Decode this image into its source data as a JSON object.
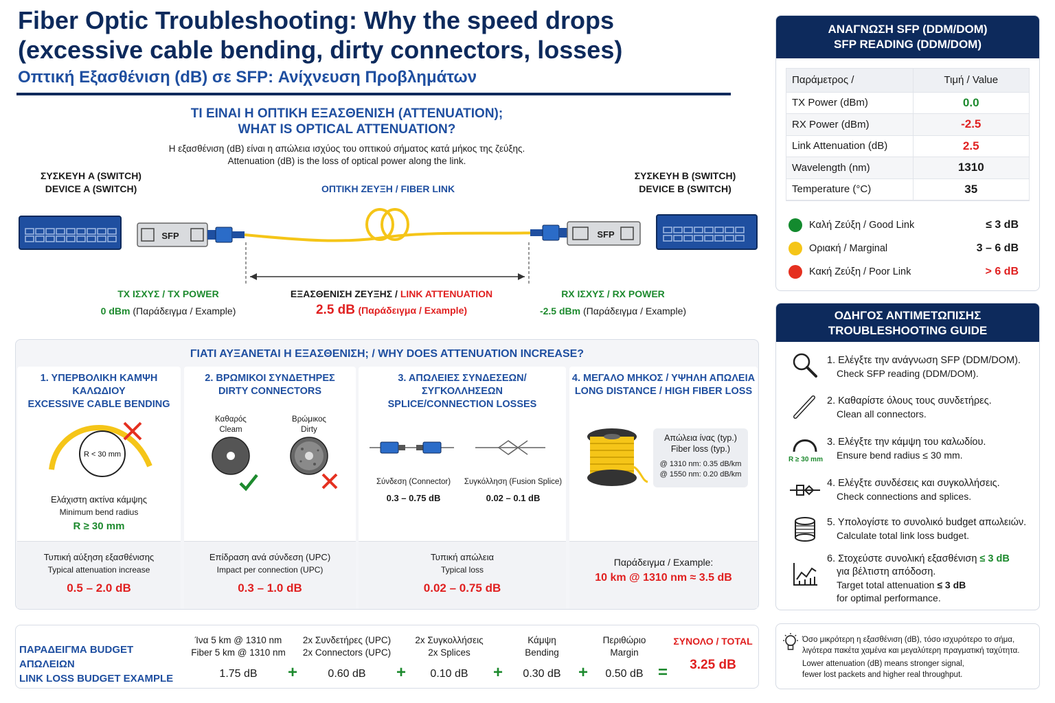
{
  "title": {
    "main_line1": "Fiber Optic Troubleshooting: Why the speed drops",
    "main_line2": "(excessive cable bending, dirty connectors, losses)",
    "subtitle": "Οπτική Εξασθένιση (dB) σε SFP: Ανίχνευση Προβλημάτων"
  },
  "attenuation": {
    "head_gr": "ΤΙ ΕΙΝΑΙ Η ΟΠΤΙΚΗ ΕΞΑΣΘΕΝΙΣΗ (ATTENUATION);",
    "head_en": "WHAT IS OPTICAL ATTENUATION?",
    "desc_gr": "Η εξασθένιση (dB) είναι η απώλεια ισχύος του οπτικού σήματος κατά μήκος της ζεύξης.",
    "desc_en": "Attenuation (dB) is the loss of optical power along the link.",
    "device_a_gr": "ΣΥΣΚΕΥΗ A (SWITCH)",
    "device_a_en": "DEVICE A (SWITCH)",
    "device_b_gr": "ΣΥΣΚΕΥΗ B (SWITCH)",
    "device_b_en": "DEVICE B (SWITCH)",
    "fiber_link": "ΟΠΤΙΚΗ ΖΕΥΞΗ / FIBER LINK",
    "sfp_label": "SFP",
    "tx_label": "TX ΙΣΧΥΣ / TX POWER",
    "tx_value": "0 dBm",
    "example_suffix": "(Παράδειγμα / Example)",
    "link_label_gr": "ΕΞΑΣΘΕΝΙΣΗ ΖΕΥΞΗΣ /",
    "link_label_en": "LINK ATTENUATION",
    "link_value": "2.5 dB",
    "rx_label": "RX ΙΣΧΥΣ / RX POWER",
    "rx_value": "-2.5 dBm"
  },
  "why": {
    "head": "ΓΙΑΤΙ ΑΥΞΑΝΕΤΑΙ Η ΕΞΑΣΘΕΝΙΣΗ;  /  WHY DOES ATTENUATION INCREASE?",
    "cards": [
      {
        "title_gr": "1. ΥΠΕΡΒΟΛΙΚΗ ΚΑΜΨΗ ΚΑΛΩΔΙΟΥ",
        "title_en": "EXCESSIVE CABLE BENDING",
        "bend_label": "R < 30 mm",
        "note_gr": "Ελάχιστη ακτίνα κάμψης",
        "note_en": "Minimum bend radius",
        "note_value": "R ≥ 30 mm",
        "foot_gr": "Τυπική αύξηση εξασθένισης",
        "foot_en": "Typical attenuation increase",
        "foot_value": "0.5 – 2.0 dB"
      },
      {
        "title_gr": "2. ΒΡΩΜΙΚΟΙ ΣΥΝΔΕΤΗΡΕΣ",
        "title_en": "DIRTY CONNECTORS",
        "clean_gr": "Καθαρός",
        "clean_en": "Cleam",
        "dirty_gr": "Βρώμικος",
        "dirty_en": "Dirty",
        "foot_gr": "Επίδραση ανά σύνδεση (UPC)",
        "foot_en": "Impact per connection (UPC)",
        "foot_value": "0.3 – 1.0 dB"
      },
      {
        "title_gr": "3. ΑΠΩΛΕΙΕΣ ΣΥΝΔΕΣΕΩΝ/ΣΥΓΚΟΛΛΗΣΕΩΝ",
        "title_en": "SPLICE/CONNECTION LOSSES",
        "conn_label": "Σύνδεση (Connector)",
        "conn_value": "0.3 – 0.75 dB",
        "splice_label": "Συγκόλληση (Fusion Splice)",
        "splice_value": "0.02 – 0.1 dB",
        "foot_gr": "Τυπική απώλεια",
        "foot_en": "Typical loss",
        "foot_value": "0.02 – 0.75 dB"
      },
      {
        "title_gr": "4. ΜΕΓΑΛΟ ΜΗΚΟΣ / ΥΨΗΛΗ ΑΠΩΛΕΙΑ",
        "title_en": "LONG DISTANCE / HIGH FIBER LOSS",
        "loss_gr": "Απώλεια ίνας (typ.)",
        "loss_en": "Fiber loss (typ.)",
        "loss_1310": "@ 1310 nm: 0.35 dB/km",
        "loss_1550": "@ 1550 nm: 0.20 dB/km",
        "foot_label": "Παράδειγμα / Example:",
        "foot_value": "10 km @ 1310 nm ≈ 3.5 dB"
      }
    ]
  },
  "budget": {
    "title_gr": "ΠΑΡΑΔΕΙΓΜΑ BUDGET ΑΠΩΛΕΙΩΝ",
    "title_en": "LINK LOSS BUDGET EXAMPLE",
    "items": [
      {
        "gr": "Ίνα 5 km @ 1310 nm",
        "en": "Fiber 5 km @ 1310 nm",
        "value": "1.75 dB"
      },
      {
        "gr": "2x Συνδετήρες (UPC)",
        "en": "2x Connectors (UPC)",
        "value": "0.60 dB"
      },
      {
        "gr": "2x Συγκολλήσεις",
        "en": "2x Splices",
        "value": "0.10 dB"
      },
      {
        "gr": "Κάμψη",
        "en": "Bending",
        "value": "0.30 dB"
      },
      {
        "gr": "Περιθώριο",
        "en": "Margin",
        "value": "0.50 dB"
      }
    ],
    "plus": "+",
    "equals": "=",
    "total_label": "ΣΥΝΟΛΟ / TOTAL",
    "total_value": "3.25 dB"
  },
  "sfp_reading": {
    "head_gr": "ΑΝΑΓΝΩΣΗ SFP (DDM/DOM)",
    "head_en": "SFP READING (DDM/DOM)",
    "col_param": "Παράμετρος /",
    "col_value": "Τιμή / Value",
    "rows": [
      {
        "param": "TX Power (dBm)",
        "value": "0.0"
      },
      {
        "param": "RX Power (dBm)",
        "value": "-2.5"
      },
      {
        "param": "Link Attenuation (dB)",
        "value": "2.5"
      },
      {
        "param": "Wavelength (nm)",
        "value": "1310"
      },
      {
        "param": "Temperature (°C)",
        "value": "35"
      }
    ],
    "legend": [
      {
        "label": "Καλή Ζεύξη / Good Link",
        "value": "≤ 3 dB",
        "color": "#138a2e"
      },
      {
        "label": "Οριακή / Marginal",
        "value": "3 – 6 dB",
        "color": "#f5c518"
      },
      {
        "label": "Κακή Ζεύξη / Poor Link",
        "value": "> 6 dB",
        "color": "#e53020"
      }
    ]
  },
  "guide": {
    "head_gr": "ΟΔΗΓΟΣ ΑΝΤΙΜΕΤΩΠΙΣΗΣ",
    "head_en": "TROUBLESHOOTING GUIDE",
    "bend_icon_label": "R ≥ 30 mm",
    "steps": [
      {
        "gr": "1. Ελέγξτε την ανάγνωση SFP (DDM/DOM).",
        "en": "Check SFP reading (DDM/DOM)."
      },
      {
        "gr": "2. Καθαρίστε όλους τους συνδετήρες.",
        "en": "Clean all connectors."
      },
      {
        "gr": "3. Ελέγξτε την κάμψη του καλωδίου.",
        "en": "Ensure bend radius ≤ 30 mm."
      },
      {
        "gr": "4. Ελέγξτε συνδέσεις και συγκολλήσεις.",
        "en": "Check connections and splices."
      },
      {
        "gr": "5. Υπολογίστε το συνολικό budget απωλειών.",
        "en": "Calculate total link loss budget."
      }
    ],
    "step6_gr_a": "6. Στοχεύστε συνολική εξασθένιση",
    "step6_gr_val": "≤ 3 dB",
    "step6_gr_b": "για βέλτιστη απόδοση.",
    "step6_en_a": "Target total attenuation",
    "step6_en_val": "≤ 3 dB",
    "step6_en_b": "for optimal performance."
  },
  "tip": {
    "gr_1": "Όσο μικρότερη η εξασθένιση (dB), τόσο ισχυρότερο το σήμα,",
    "gr_2": "λιγότερα πακέτα χαμένα και μεγαλύτερη πραγματική ταχύτητα.",
    "en_1": "Lower attenuation (dB) means stronger signal,",
    "en_2": "fewer lost packets and higher real throughput."
  },
  "colors": {
    "navy": "#0d2a5c",
    "blue": "#1f4fa0",
    "green": "#1d8a2e",
    "red": "#e02020",
    "fiber": "#f5c518"
  }
}
